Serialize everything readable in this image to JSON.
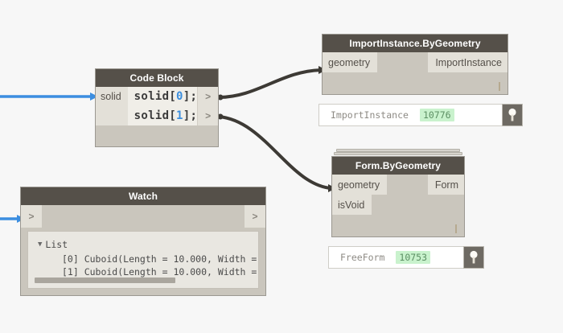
{
  "canvas": {
    "background": "#f7f7f7",
    "wire_color_data": "#3d3a35",
    "wire_color_input": "#3c8ee0"
  },
  "nodes": {
    "code_block": {
      "title": "Code Block",
      "input_port": "solid",
      "lines": [
        {
          "text": "solid[",
          "index": "0",
          "tail": "];",
          "out_port": ">"
        },
        {
          "text": "solid[",
          "index": "1",
          "tail": "];",
          "out_port": ">"
        }
      ]
    },
    "import_instance": {
      "title": "ImportInstance.ByGeometry",
      "input_ports": [
        "geometry"
      ],
      "output_ports": [
        "ImportInstance"
      ],
      "tick": "|",
      "preview": {
        "label": "ImportInstance",
        "value": "10776",
        "pin_icon": "pin-icon"
      }
    },
    "form_by_geometry": {
      "title": "Form.ByGeometry",
      "input_ports": [
        "geometry",
        "isVoid"
      ],
      "output_ports": [
        "Form"
      ],
      "tick": "|",
      "preview": {
        "label": "FreeForm",
        "value": "10753",
        "pin_icon": "pin-icon"
      }
    },
    "watch": {
      "title": "Watch",
      "input_port": ">",
      "output_port": ">",
      "list_label": "List",
      "list_collapse_icon": "triangle-down-icon",
      "items": [
        "[0] Cuboid(Length = 10.000, Width =",
        "[1] Cuboid(Length = 10.000, Width ="
      ]
    }
  }
}
